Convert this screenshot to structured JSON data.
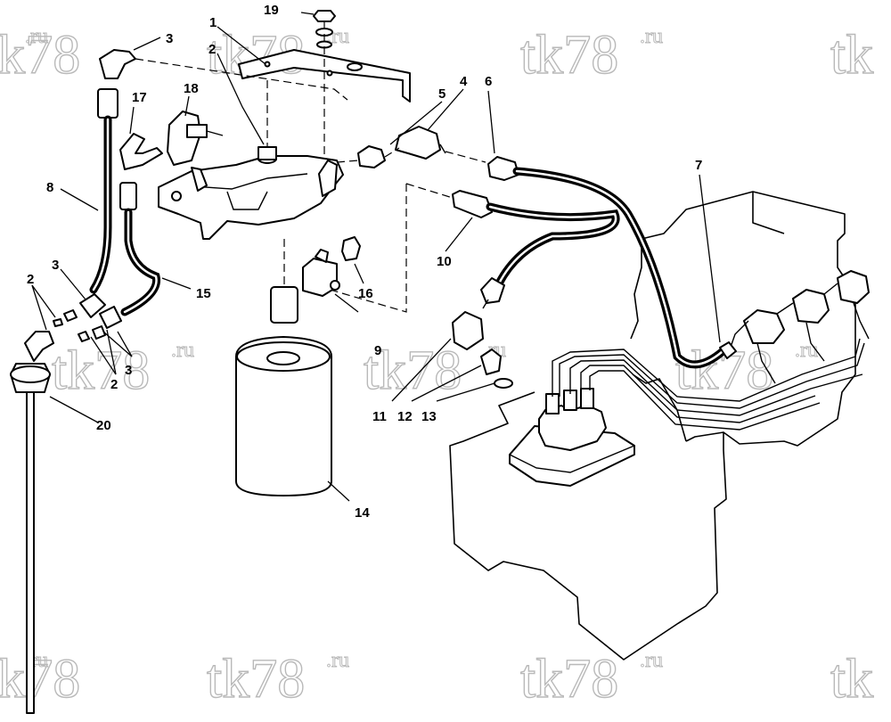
{
  "watermark": {
    "main": "tk78",
    "suffix": ".ru",
    "partial": "tk"
  },
  "callouts": {
    "c1": "1",
    "c2a": "2",
    "c2b": "2",
    "c2c": "2",
    "c3a": "3",
    "c3b": "3",
    "c3c": "3",
    "c4": "4",
    "c5": "5",
    "c6": "6",
    "c7": "7",
    "c8": "8",
    "c9": "9",
    "c10": "10",
    "c11": "11",
    "c12": "12",
    "c13": "13",
    "c14": "14",
    "c15": "15",
    "c16": "16",
    "c17": "17",
    "c18": "18",
    "c19": "19",
    "c20": "20"
  },
  "colors": {
    "ink": "#000000",
    "watermark": "#b9b9b9",
    "background": "#ffffff"
  }
}
